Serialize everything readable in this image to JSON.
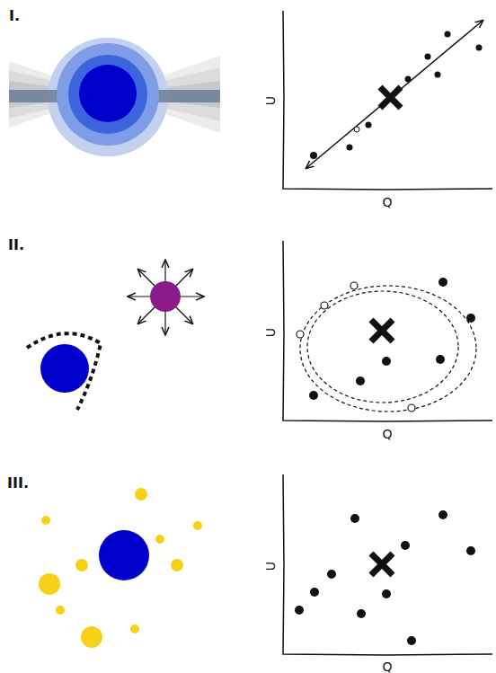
{
  "diagram": {
    "labels": [
      "I.",
      "U",
      "Q",
      "II.",
      "U",
      "Q",
      "III.",
      "U",
      "Q"
    ]
  }
}
